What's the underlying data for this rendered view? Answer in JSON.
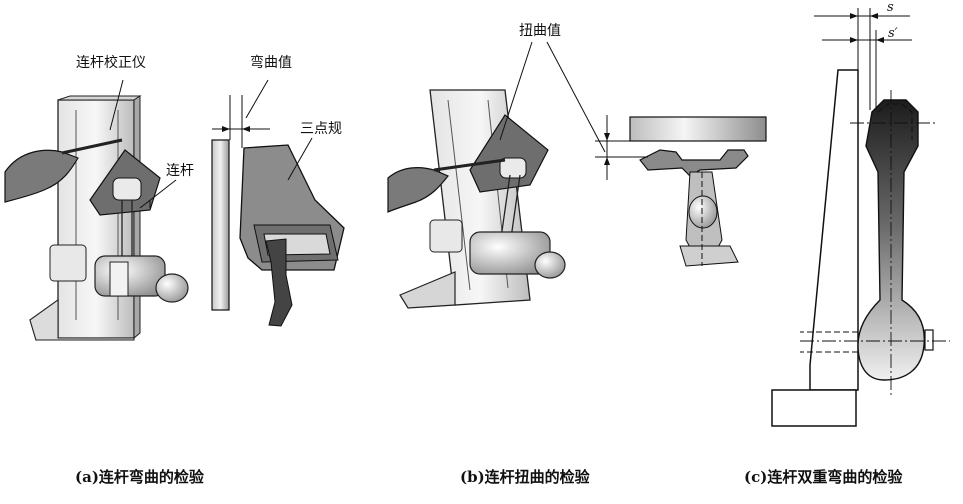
{
  "panel_a": {
    "caption": "(a)连杆弯曲的检验",
    "labels": {
      "instrument": "连杆校正仪",
      "bend_value": "弯曲值",
      "three_point_gauge": "三点规",
      "connecting_rod": "连杆"
    }
  },
  "panel_b": {
    "caption": "(b)连杆扭曲的检验",
    "labels": {
      "twist_value": "扭曲值"
    }
  },
  "panel_c": {
    "caption": "(c)连杆双重弯曲的检验",
    "labels": {
      "s": "s",
      "s_prime": "s′"
    }
  }
}
